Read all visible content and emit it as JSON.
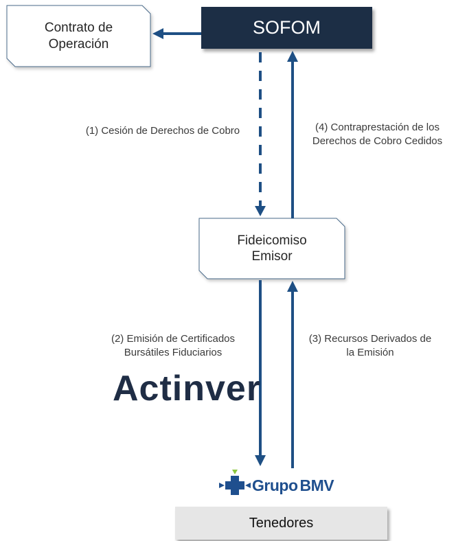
{
  "colors": {
    "navy": "#1f2d45",
    "arrow_blue": "#1e4f84",
    "box_border": "#4a6a8a",
    "gray_box": "#e6e6e6",
    "bmv_blue": "#1f4f8e",
    "bmv_green": "#8cc63f",
    "actinver_navy": "#1f2d45"
  },
  "nodes": {
    "sofom": "SOFOM",
    "contrato": [
      "Contrato de",
      "Operación"
    ],
    "fideicomiso": [
      "Fideicomiso",
      "Emisor"
    ],
    "tenedores": "Tenedores"
  },
  "flows": {
    "f1": [
      "(1) Cesión de Derechos de Cobro"
    ],
    "f2": [
      "(2) Emisión de Certificados",
      "Bursátiles Fiduciarios"
    ],
    "f3": [
      "(3) Recursos Derivados de",
      "la Emisión"
    ],
    "f4": [
      "(4) Contraprestación de los",
      "Derechos de Cobro Cedidos"
    ]
  },
  "logos": {
    "actinver": "Actinver",
    "bmv_grupo": "Grupo",
    "bmv_name": "BMV"
  },
  "edges": [
    {
      "from": "SOFOM",
      "to": "Contrato de Operación",
      "style": "solid"
    },
    {
      "from": "SOFOM",
      "to": "Fideicomiso Emisor",
      "style": "dashed",
      "label": "(1) Cesión de Derechos de Cobro"
    },
    {
      "from": "Fideicomiso Emisor",
      "to": "SOFOM",
      "style": "solid",
      "label": "(4) Contraprestación de los Derechos de Cobro Cedidos"
    },
    {
      "from": "Fideicomiso Emisor",
      "to": "Tenedores",
      "style": "solid",
      "label": "(2) Emisión de Certificados Bursátiles Fiduciarios"
    },
    {
      "from": "Tenedores",
      "to": "Fideicomiso Emisor",
      "style": "solid",
      "label": "(3) Recursos Derivados de la Emisión"
    }
  ]
}
